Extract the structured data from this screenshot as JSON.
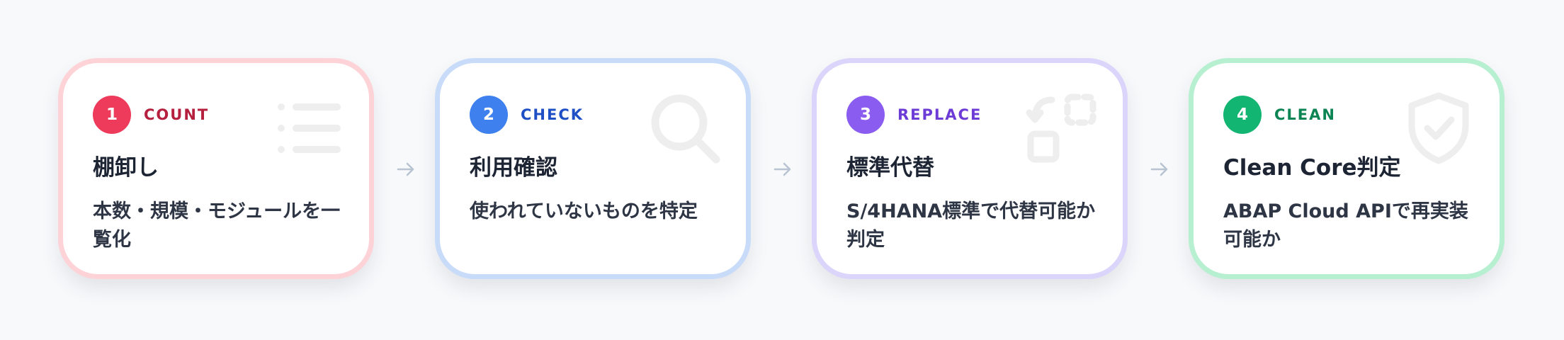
{
  "steps": [
    {
      "number": "1",
      "tag": "COUNT",
      "title": "棚卸し",
      "description": "本数・規模・モジュールを一覧化",
      "icon": "list-icon",
      "colors": {
        "border": "#fdd3d8",
        "badge": "#ef3b5b",
        "tag": "#b5203f"
      }
    },
    {
      "number": "2",
      "tag": "CHECK",
      "title": "利用確認",
      "description": "使われていないものを特定",
      "icon": "search-icon",
      "colors": {
        "border": "#c8dcfa",
        "badge": "#3e80ee",
        "tag": "#1f4fc4"
      }
    },
    {
      "number": "3",
      "tag": "REPLACE",
      "title": "標準代替",
      "description": "S/4HANA標準で代替可能か判定",
      "icon": "replace-icon",
      "colors": {
        "border": "#dcd5fb",
        "badge": "#8a5cf0",
        "tag": "#6d3bd6"
      }
    },
    {
      "number": "4",
      "tag": "CLEAN",
      "title": "Clean Core判定",
      "description": "ABAP Cloud APIで再実装可能か",
      "icon": "shield-check-icon",
      "colors": {
        "border": "#b7efd1",
        "badge": "#13b572",
        "tag": "#0c8453"
      }
    }
  ],
  "connector_icon": "arrow-right-icon",
  "connector_color": "#b9c4d2",
  "watermark_color": "#eeeeef"
}
